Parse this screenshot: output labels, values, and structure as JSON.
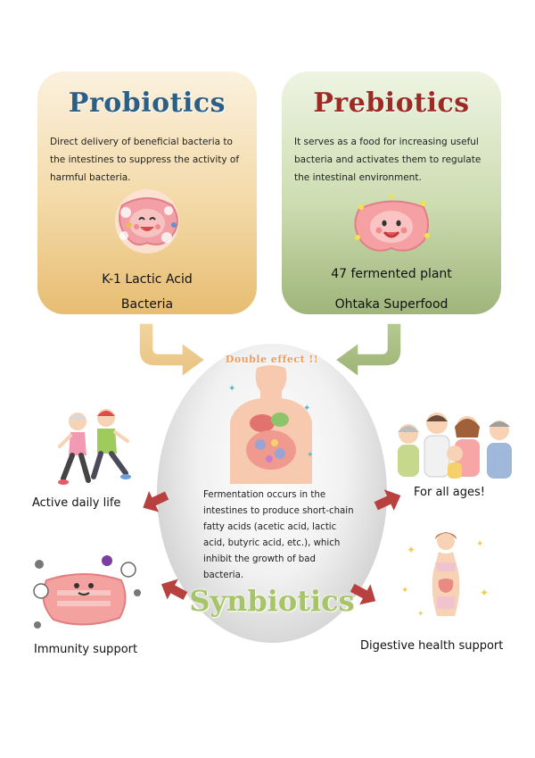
{
  "probiotics": {
    "title": "Probiotics",
    "description": "Direct delivery of beneficial bacteria to the intestines to suppress the activity of harmful bacteria.",
    "name_line1": "K-1 Lactic Acid",
    "name_line2": "Bacteria",
    "color": "#2c5f86"
  },
  "prebiotics": {
    "title": "Prebiotics",
    "description": "It serves as a food for increasing useful bacteria and activates them to regulate the intestinal environment.",
    "name_line1": "47 fermented plant",
    "name_line2": "Ohtaka Superfood",
    "color": "#9c2b24"
  },
  "center": {
    "tag": "Double effect !!",
    "description": "Fermentation occurs in the intestines to produce short-chain fatty acids (acetic acid, lactic acid, butyric acid, etc.), which inhibit the growth of bad bacteria.",
    "title": "Synbiotics",
    "tag_color": "#ef9a55",
    "title_color": "#a7c46a"
  },
  "benefits": {
    "active": "Active daily life",
    "ages": "For all ages!",
    "immunity": "Immunity support",
    "digestive": "Digestive health support"
  },
  "icons": {
    "probiotic_gut": "smiling-intestine-icon",
    "prebiotic_gut": "happy-intestine-icon",
    "body": "human-torso-digestive-icon",
    "runners": "running-couple-icon",
    "family": "family-group-icon",
    "immune_gut": "flexing-intestine-icon",
    "woman": "woman-gut-health-icon"
  }
}
